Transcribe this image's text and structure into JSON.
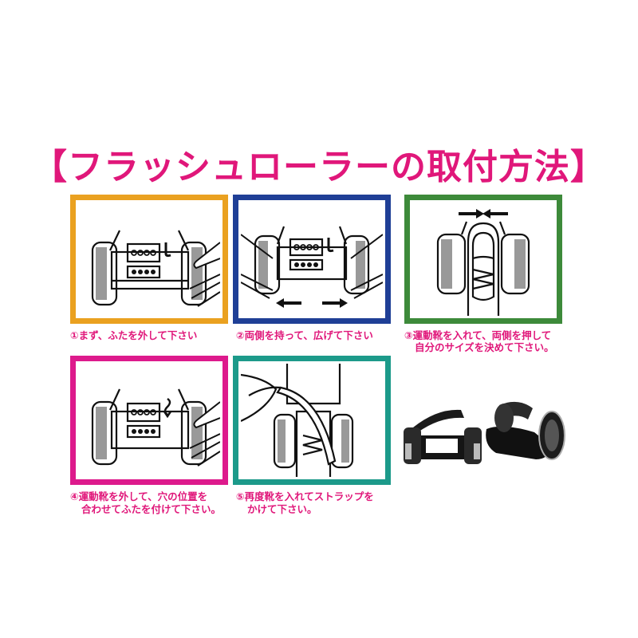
{
  "title": "【フラッシュローラーの取付方法】",
  "colors": {
    "title": "#e0177a",
    "caption": "#e0177a",
    "frame_1": "#eaa120",
    "frame_2": "#1f3f96",
    "frame_3": "#3d8a3a",
    "frame_4": "#dd1a8c",
    "frame_5": "#1c9a8a"
  },
  "steps": [
    {
      "number": "①",
      "line1": "①まず、ふたを外して下さい",
      "line2": "",
      "illustration": "remove-cover"
    },
    {
      "number": "②",
      "line1": "②両側を持って、広げて下さい",
      "line2": "",
      "illustration": "spread-sides"
    },
    {
      "number": "③",
      "line1": "③運動靴を入れて、両側を押して",
      "line2": "自分のサイズを決めて下さい。",
      "illustration": "insert-shoe-press"
    },
    {
      "number": "④",
      "line1": "④運動靴を外して、穴の位置を",
      "line2": "合わせてふたを付けて下さい。",
      "illustration": "attach-cover"
    },
    {
      "number": "⑤",
      "line1": "⑤再度靴を入れてストラップを",
      "line2": "かけて下さい。",
      "illustration": "fasten-strap"
    }
  ],
  "product_photo": {
    "label": "flash-roller-product"
  }
}
